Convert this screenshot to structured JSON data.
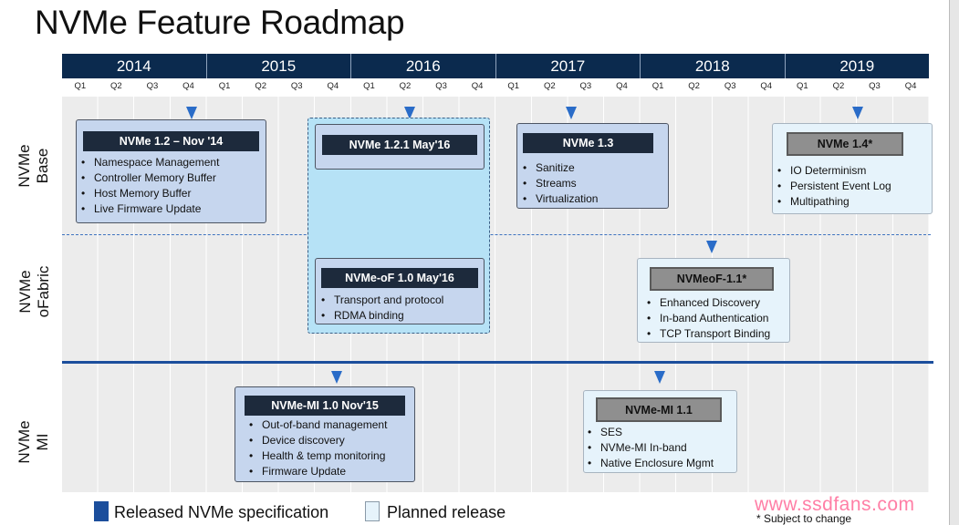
{
  "title": "NVMe Feature Roadmap",
  "years": [
    "2014",
    "2015",
    "2016",
    "2017",
    "2018",
    "2019"
  ],
  "quarter_labels": [
    "Q1",
    "Q2",
    "Q3",
    "Q4"
  ],
  "rows": {
    "base": [
      "NVMe",
      "Base"
    ],
    "ofabric": [
      "NVMe",
      "oFabric"
    ],
    "mi": [
      "NVMe",
      "MI"
    ]
  },
  "boxes": {
    "b1": {
      "title": "NVMe 1.2 – Nov '14",
      "items": [
        "Namespace Management",
        "Controller Memory Buffer",
        "Host Memory Buffer",
        "Live Firmware Update"
      ],
      "status": "released"
    },
    "b2": {
      "title": "NVMe 1.2.1 May'16",
      "items": [],
      "status": "released"
    },
    "b3": {
      "title": "NVMe 1.3",
      "items": [
        "Sanitize",
        "Streams",
        "Virtualization"
      ],
      "status": "released"
    },
    "b4": {
      "title": "NVMe 1.4*",
      "items": [
        "IO Determinism",
        "Persistent Event Log",
        "Multipathing"
      ],
      "status": "planned"
    },
    "f1": {
      "title": "NVMe-oF 1.0 May'16",
      "items": [
        "Transport and protocol",
        "RDMA binding"
      ],
      "status": "released"
    },
    "f2": {
      "title": "NVMeoF-1.1*",
      "items": [
        "Enhanced Discovery",
        "In-band Authentication",
        "TCP Transport Binding"
      ],
      "status": "planned"
    },
    "m1": {
      "title": "NVMe-MI 1.0  Nov'15",
      "items": [
        "Out-of-band management",
        "Device discovery",
        "Health & temp monitoring",
        "Firmware Update"
      ],
      "status": "released"
    },
    "m2": {
      "title": "NVMe-MI 1.1",
      "items": [
        "SES",
        "NVMe-MI In-band",
        "Native Enclosure Mgmt"
      ],
      "status": "planned"
    }
  },
  "legend": {
    "released": "Released NVMe specification",
    "planned": "Planned release",
    "released_color": "#1b4e9c",
    "planned_color": "#e6f3fb"
  },
  "note": "* Subject to change",
  "watermark": "www.ssdfans.com"
}
